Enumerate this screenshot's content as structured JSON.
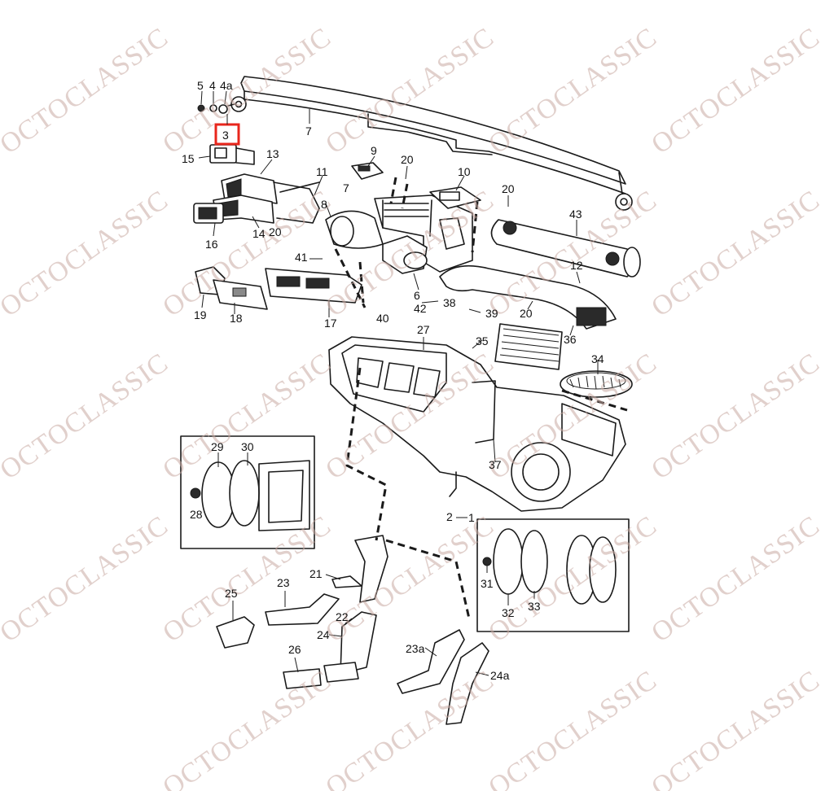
{
  "watermark": {
    "text": "OCTOCLASSIC",
    "color": "#c9aba3"
  },
  "highlight": {
    "label": "3",
    "color": "#e8261c"
  },
  "callouts": [
    {
      "id": "c5",
      "label": "5"
    },
    {
      "id": "c4",
      "label": "4"
    },
    {
      "id": "c4a",
      "label": "4a"
    },
    {
      "id": "c7",
      "label": "7"
    },
    {
      "id": "c15",
      "label": "15"
    },
    {
      "id": "c13",
      "label": "13"
    },
    {
      "id": "c9",
      "label": "9"
    },
    {
      "id": "c20a",
      "label": "20"
    },
    {
      "id": "c10",
      "label": "10"
    },
    {
      "id": "c11",
      "label": "11"
    },
    {
      "id": "c7b",
      "label": "7"
    },
    {
      "id": "c8",
      "label": "8"
    },
    {
      "id": "c20b",
      "label": "20"
    },
    {
      "id": "c43",
      "label": "43"
    },
    {
      "id": "c16",
      "label": "16"
    },
    {
      "id": "c14",
      "label": "14"
    },
    {
      "id": "c20c",
      "label": "20"
    },
    {
      "id": "c41",
      "label": "41"
    },
    {
      "id": "c12",
      "label": "12"
    },
    {
      "id": "c6",
      "label": "6"
    },
    {
      "id": "c19",
      "label": "19"
    },
    {
      "id": "c18",
      "label": "18"
    },
    {
      "id": "c42",
      "label": "42"
    },
    {
      "id": "c38",
      "label": "38"
    },
    {
      "id": "c39",
      "label": "39"
    },
    {
      "id": "c20d",
      "label": "20"
    },
    {
      "id": "c36",
      "label": "36"
    },
    {
      "id": "c17",
      "label": "17"
    },
    {
      "id": "c40",
      "label": "40"
    },
    {
      "id": "c27",
      "label": "27"
    },
    {
      "id": "c35",
      "label": "35"
    },
    {
      "id": "c34",
      "label": "34"
    },
    {
      "id": "c29",
      "label": "29"
    },
    {
      "id": "c30",
      "label": "30"
    },
    {
      "id": "c28",
      "label": "28"
    },
    {
      "id": "c37",
      "label": "37"
    },
    {
      "id": "c2",
      "label": "2"
    },
    {
      "id": "c1",
      "label": "1"
    },
    {
      "id": "c21",
      "label": "21"
    },
    {
      "id": "c23",
      "label": "23"
    },
    {
      "id": "c25",
      "label": "25"
    },
    {
      "id": "c22",
      "label": "22"
    },
    {
      "id": "c24",
      "label": "24"
    },
    {
      "id": "c31",
      "label": "31"
    },
    {
      "id": "c32",
      "label": "32"
    },
    {
      "id": "c33",
      "label": "33"
    },
    {
      "id": "c26",
      "label": "26"
    },
    {
      "id": "c23a",
      "label": "23a"
    },
    {
      "id": "c24a",
      "label": "24a"
    }
  ]
}
